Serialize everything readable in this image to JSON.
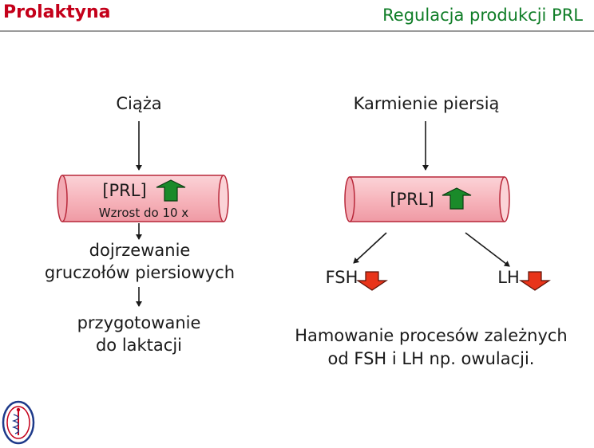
{
  "header": {
    "title_left": "Prolaktyna",
    "title_right": "Regulacja produkcji PRL"
  },
  "left": {
    "top_label": "Ciąża",
    "tube_label": "[PRL]",
    "tube_sublabel": "Wzrost do 10 x",
    "effect1_line1": "dojrzewanie",
    "effect1_line2": "gruczołów piersiowych",
    "effect2_line1": "przygotowanie",
    "effect2_line2": "do laktacji"
  },
  "right": {
    "top_label": "Karmienie piersią",
    "tube_label": "[PRL]",
    "fsh_label": "FSH",
    "lh_label": "LH",
    "result_line1": "Hamowanie procesów zależnych",
    "result_line2": "od FSH i LH np. owulacji."
  },
  "colors": {
    "title_red": "#c4001a",
    "title_green": "#0f7d27",
    "tube_fill": "#f7b6bd",
    "tube_edge": "#b8283a",
    "up_arrow": "#1a8a2a",
    "down_arrow": "#e8341a"
  },
  "icons": {
    "up": "green-up-arrow-icon",
    "down": "red-down-arrow-icon",
    "emblem": "university-emblem"
  }
}
